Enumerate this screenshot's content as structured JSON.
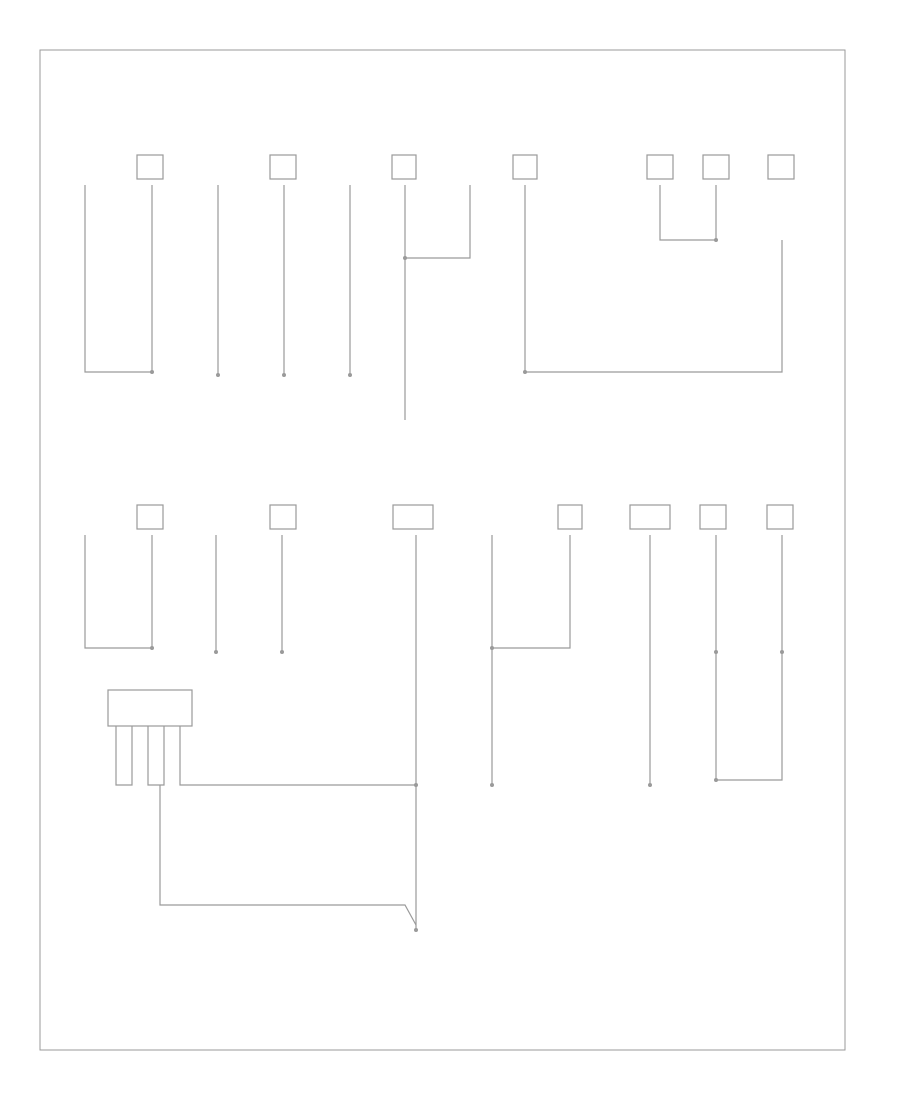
{
  "diagram": {
    "footer_code": "",
    "upper_components": [
      {
        "id": "c1",
        "label": ""
      },
      {
        "id": "c2",
        "label": ""
      },
      {
        "id": "c3",
        "label": ""
      },
      {
        "id": "c4",
        "label": ""
      },
      {
        "id": "c5",
        "label": ""
      },
      {
        "id": "c6",
        "label": ""
      },
      {
        "id": "c7",
        "label": ""
      },
      {
        "id": "c8",
        "label": ""
      },
      {
        "id": "c9",
        "label": ""
      },
      {
        "id": "c10",
        "label": ""
      },
      {
        "id": "c11",
        "label": ""
      }
    ],
    "lower_components": [
      {
        "id": "d1",
        "label": ""
      },
      {
        "id": "d2",
        "label": ""
      },
      {
        "id": "d3",
        "label": ""
      },
      {
        "id": "d4",
        "label": ""
      },
      {
        "id": "d5",
        "label": ""
      },
      {
        "id": "d6",
        "label": ""
      },
      {
        "id": "d7",
        "label": ""
      },
      {
        "id": "d8",
        "label": ""
      },
      {
        "id": "d9",
        "label": ""
      },
      {
        "id": "d10",
        "label": ""
      },
      {
        "id": "d11",
        "label": ""
      }
    ],
    "module_box_label": "",
    "ground_labels": [
      "",
      "",
      "",
      "",
      "",
      "",
      "",
      ""
    ]
  }
}
